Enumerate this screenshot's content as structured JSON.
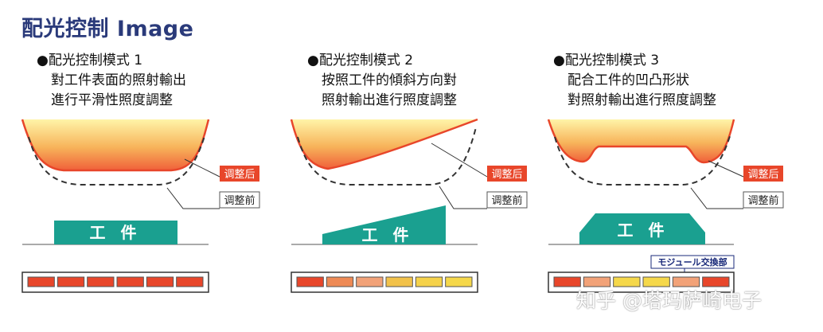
{
  "title": "配光控制 Image",
  "panels": [
    {
      "id": "mode1",
      "heading": "●配光控制模式 1",
      "lines": [
        "對工件表面的照射輸出",
        "進行平滑性照度調整"
      ],
      "after_label": "调整后",
      "before_label": "调整前",
      "work_label": "工 件",
      "bar_colors": [
        "#e8462a",
        "#e8462a",
        "#e8462a",
        "#e8462a",
        "#e8462a",
        "#e8462a"
      ]
    },
    {
      "id": "mode2",
      "heading": "●配光控制模式 2",
      "lines": [
        "按照工件的傾斜方向對",
        "照射輸出進行照度調整"
      ],
      "after_label": "调整后",
      "before_label": "调整前",
      "work_label": "工 件",
      "bar_colors": [
        "#e8462a",
        "#ee8a55",
        "#f2a278",
        "#f2c24a",
        "#f5d24a",
        "#f5d84a"
      ]
    },
    {
      "id": "mode3",
      "heading": "●配光控制模式 3",
      "lines": [
        "配合工件的凹凸形狀",
        "對照射輸出進行照度調整"
      ],
      "after_label": "调整后",
      "before_label": "调整前",
      "work_label": "工 件",
      "module_label": "モジュール交換部",
      "bar_colors": [
        "#e8462a",
        "#f2a278",
        "#f5d84a",
        "#f5d84a",
        "#f2a278",
        "#e8462a"
      ]
    }
  ],
  "watermark": "知乎 @塔玛萨崎电子",
  "colors": {
    "title": "#2a3a7a",
    "work": "#1aa090",
    "after_curve": "#e8462a",
    "label_after_bg": "#e8462a",
    "gradient_top": "#fff4a8",
    "gradient_bottom": "#f0603a"
  }
}
